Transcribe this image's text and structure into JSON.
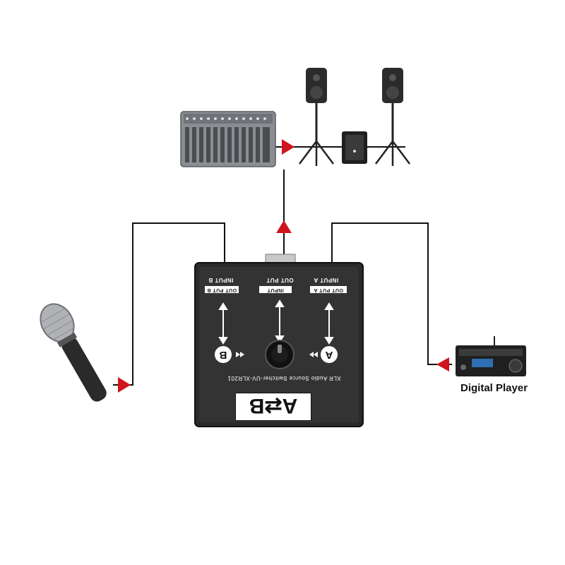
{
  "diagram": {
    "digital_player_label": "Digital Player",
    "switcher": {
      "input_a": "INPUT A",
      "out_put_a": "OUT PUT A",
      "input_b": "INPUT B",
      "out_put_b": "OUT PUT B",
      "input": "INPUT",
      "out_put": "OUT PUT",
      "port_a": "A",
      "port_b": "B",
      "model_text": "XLR Audio Source Switcher-UV-XLR201",
      "logo_text": "A⇄B"
    }
  },
  "colors": {
    "arrow": "#d0141e",
    "line": "#111111",
    "box": "#2a2a2a"
  },
  "icons": [
    "mixer-icon",
    "speaker-icon",
    "subwoofer-icon",
    "microphone-icon",
    "digital-player-icon"
  ]
}
